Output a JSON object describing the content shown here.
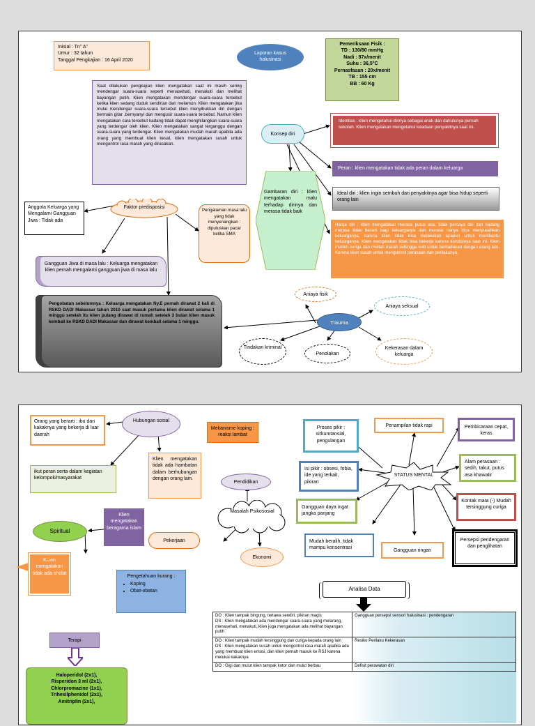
{
  "panel1": {
    "identitas": [
      "Inisial : Tn\" A\"",
      "Umur : 32 tahun",
      "Tanggal Pengkajian : 16 April 2020"
    ],
    "laporan_kasus": "Laporan kasus halusinasi",
    "pemeriksaan": [
      "Pemeriksaan Fisik :",
      "TD : 130/80 mmHg",
      "Nadi : 87x/menit",
      "Suhu : 36,5°C",
      "Pernasfasan : 20x/menit",
      "TB : 155 cm",
      "BB : 60 Kg"
    ],
    "pengkajian": "Saat dilakukan pengkajian klien mengatakan saat ini masih sering mendengar suara-suara seperti menasehati, menakuti dan melihat bayangan putih. Klien mengatakan mendengar suara-suara tersebut ketika klien sedang duduk sendirian dan melamun. Klien mengatakan jika mulai mendengar suara-suara tersebut klien menyibukkan diri dengan bermain gitar ,bernyanyi dan mengusir suara-suara tersebut. Namun klien mengatakan cara tersebut kadang tidak dapat menghilangkan suara-suara yang terdengar oleh klien. Klien mengatakan sangat terganggu dengan suara-suara yang terdengar. Klien mengatakan mudah marah apabila ada orang yang membuat klien kesal, klien mengatakan susah untuk mengontrol rasa marah yang dirasakan.",
    "konsep_diri": "Konsep diri",
    "identitas_diri": "Identitas : klien mengetahui dirinya sebagai anak dan dahulunya pernah sekolah. Klien mengatakan mengetahui keadaan penyakitnya saat ini.",
    "peran": "Peran : klien mengatakan tidak ada peran dalam keluarga",
    "ideal_diri": "Ideal diri : klien ingin sembuh dari penyakitnya agar bisa hidup seperti orang lain",
    "harga_diri": "Harga diri : klien mengatakan merasa putus asa, tidak percaya diri dan kadang merasa tidak berarti bagi keluarganya dan merasa hanya bisa menyusahkan keluarganya, karena klien tidak bisa melakukan apapun untuk membantu keluarganya. Klien mengatakan tidak bisa bekerja karena kondisinya saat ini. Klien mudah curiga dan mudah marah sehingga sulit untuk berhadapan dengan orang lain. Karena klien susah untuk mengontrol perasaan dan perilakunya.",
    "gambaran_diri": "Gambaran diri : klien mengatakan malu terhadap dirinya dan merasa tidak baik",
    "faktor": "Faktor predisposisi",
    "anggota": "Anggota Keluarga yang Mengalami Gangguan Jiwa : Tidak ada",
    "pengalaman": "Pengalaman masa lalu yang tidak menyenangkan : diputuskan pacar ketika SMA",
    "gangguan_jiwa": "Gangguan Jiwa di masa lalu : Keluarga mengatakan klien pernah mengalami gangguan jiwa di masa lalu",
    "pengobatan": "Pengobatan sebelumnya : Keluarga mengatakan Ny.E pernah dirawat 2 kali di RSKD DADI Makassar tahun 2010 saat masuk pertama klien dirawat selama 1 minggu setelah itu klien pulang dirawat di rumah setelah 3 bulan klien masuk kembali ke RSKD DADI Makassar dan dirawat kembali selama 1 minggu.",
    "trauma": "Trauma",
    "aniaya_fisik": "Aniaya fisik",
    "aniaya_seksual": "Aniaya seksual",
    "tindakan": "Tindakan kriminal",
    "penolakan": "Penolakan",
    "kekerasan": "Kekerasan dalam keluarga"
  },
  "panel2": {
    "orang_berarti": "Orang yang berarti : ibu dan kakaknya yang bekerja di luar daerah",
    "hubungan": "Hubungan sosial",
    "peran_serta": "ikut peran serta dalam kegiatan kelompok/masyarakat",
    "tidak_berhubungan": "Klien mengatakan tidak ada hambatan dalam berhubungan dengan orang lain.",
    "mekanisme": "Mekanisme koping : reaksi lambat",
    "pendidikan": "Pendidikan",
    "masalah": "Masalah Psikososial",
    "pekerjaan": "Pekerjaan",
    "ekonomi": "Ekonomi",
    "spiritual": "Spiritual",
    "beragama": "Klien mengatakan beragama islam",
    "sholat": "KLien mengatakan tidak ada sholat",
    "pengetahuan_title": "Pengetahuan kurang :",
    "pengetahuan_items": [
      "Koping",
      "Obat-obatan"
    ],
    "terapi": "Terapi",
    "obat": [
      "Haloperidol (2x1),",
      "Risperidon 3 ml (2x1),",
      "Chlorpromazine (1x1),",
      "Trihexilphenidol (2x1),",
      "Amitriplin (2x1),"
    ],
    "status_mental": "STATUS MENTAL",
    "proses_pikir": "Proses pikir : sirkumtansial, pengulangan",
    "penampilan": "Penampilan tidak rapi",
    "pembicaraan": "Pembicaraan cepat, keras",
    "isi_pikir": "Isi pikir : obsesi, fobia, ide yang terkait, pikiran",
    "alam_perasaan": "Alam perasaan : sedih, takut, putus asa khawatir",
    "kontak_mata": "Kontak mata (-) Mudah tersinggung curiga",
    "daya_ingat": "Gangguan daya ingat jangka panjang",
    "mudah_beralih": "Mudah beralih, tidak mampu konsentrasi",
    "gangguan_ringan": "Gangguan ringan",
    "persepsi": "Persepsi pendengaran dan penglihatan",
    "analisa": "Analisa Data",
    "analisa_rows": [
      {
        "data": "DO : Klien tampak bingung, tertawa sendiri, pikiran magis\nDS : Klien mengatakan ada mendengar suara-suara yang melarang, menasehati, menakuti, klien juga mengatakan ada melihat bayangan putih",
        "masalah": "Gangguan persepsi sensori halusinasi : pendengaran"
      },
      {
        "data": "DO : Klien tampak mudah tersinggung dan curiga kepada orang lain\nDS : Klien mengatakan susah untuk mengontrol rasa marah apabila ada yang membuat klien emosi, dan klien pernah masuk ke RSJ karena melukai kakaknya",
        "masalah": "Resiko Perilaku Kekerasan"
      },
      {
        "data": "DO : Gigi dan mulut klien tampak kotor dan mulut berbau",
        "masalah": "Defisit perawatan diri"
      }
    ]
  }
}
